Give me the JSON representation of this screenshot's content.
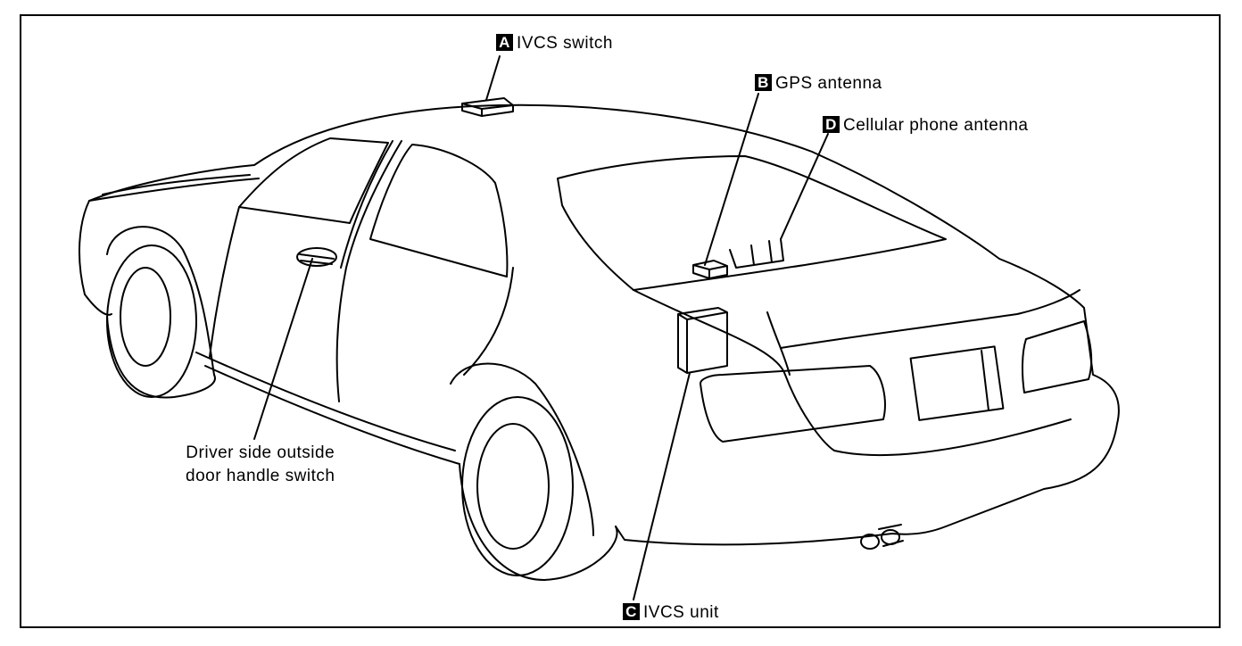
{
  "callouts": {
    "a": {
      "letter": "A",
      "text": "IVCS switch"
    },
    "b": {
      "letter": "B",
      "text": "GPS antenna"
    },
    "c": {
      "letter": "C",
      "text": "IVCS unit"
    },
    "d": {
      "letter": "D",
      "text": "Cellular phone antenna"
    }
  },
  "driver_switch": {
    "line1": "Driver side outside",
    "line2": "door handle switch"
  }
}
